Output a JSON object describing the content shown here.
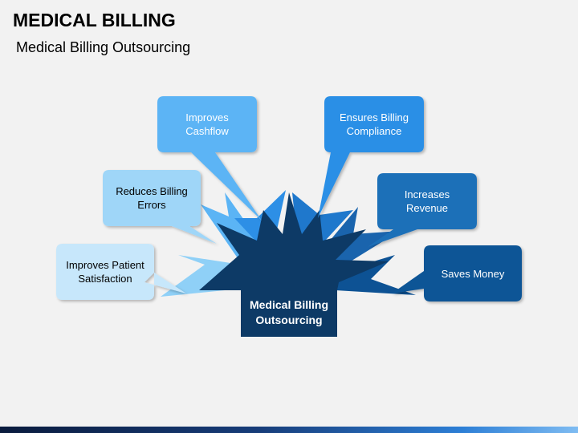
{
  "header": {
    "title": "MEDICAL BILLING",
    "subtitle": "Medical Billing Outsourcing"
  },
  "center": {
    "line1": "Medical Billing",
    "line2": "Outsourcing",
    "color": "#0d3a66"
  },
  "callouts": [
    {
      "line1": "Improves",
      "line2": "Cashflow",
      "fill": "#5bb4f5",
      "text_color": "#ffffff"
    },
    {
      "line1": "Ensures Billing",
      "line2": "Compliance",
      "fill": "#2a8fe6",
      "text_color": "#ffffff"
    },
    {
      "line1": "Reduces Billing",
      "line2": "Errors",
      "fill": "#9fd6f8",
      "text_color": "#000000"
    },
    {
      "line1": "Increases",
      "line2": "Revenue",
      "fill": "#1f6fb8",
      "text_color": "#ffffff"
    },
    {
      "line1": "Improves Patient",
      "line2": "Satisfaction",
      "fill": "#c7e7fb",
      "text_color": "#000000"
    },
    {
      "line1": "Saves Money",
      "line2": "",
      "fill": "#0f5596",
      "text_color": "#ffffff"
    }
  ],
  "burst_colors": {
    "left_outer": "#8fd0f7",
    "left_mid": "#5bb4f5",
    "left_top": "#2d8fe6",
    "right_top": "#1f78cc",
    "right_mid": "#1a64ad",
    "right_outer": "#0d5294",
    "core": "#0d3a66"
  }
}
